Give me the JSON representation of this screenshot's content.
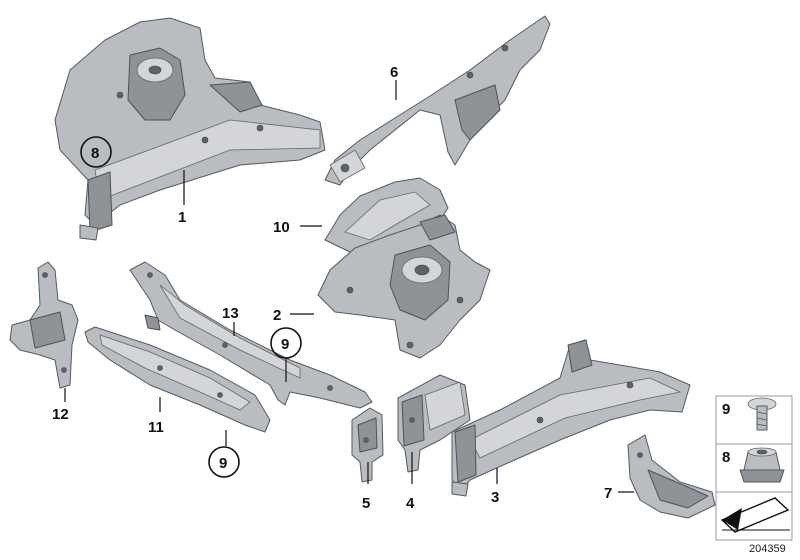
{
  "callouts": {
    "c1": "1",
    "c2": "2",
    "c3": "3",
    "c4": "4",
    "c5": "5",
    "c6": "6",
    "c7": "7",
    "c8": "8",
    "c9a": "9",
    "c9b": "9",
    "c10": "10",
    "c11": "11",
    "c12": "12",
    "c13": "13"
  },
  "legend": {
    "item_a": "9",
    "item_b": "8"
  },
  "reference_number": "204359"
}
